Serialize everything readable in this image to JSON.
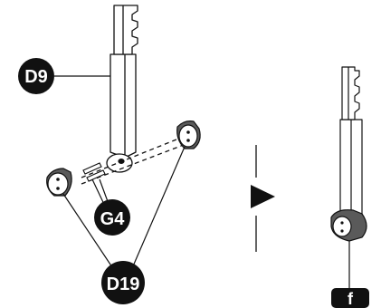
{
  "callouts": {
    "d9": "D9",
    "g4": "G4",
    "d19": "D19",
    "step": "f"
  },
  "colors": {
    "ink": "#111111",
    "part_fill": "#ffffff",
    "connector_fill": "#5a5a5a",
    "connector_highlight": "#8a8a8a",
    "badge_fill": "#111111",
    "badge_text": "#ffffff"
  },
  "icons": [
    "arrow-right-icon"
  ]
}
